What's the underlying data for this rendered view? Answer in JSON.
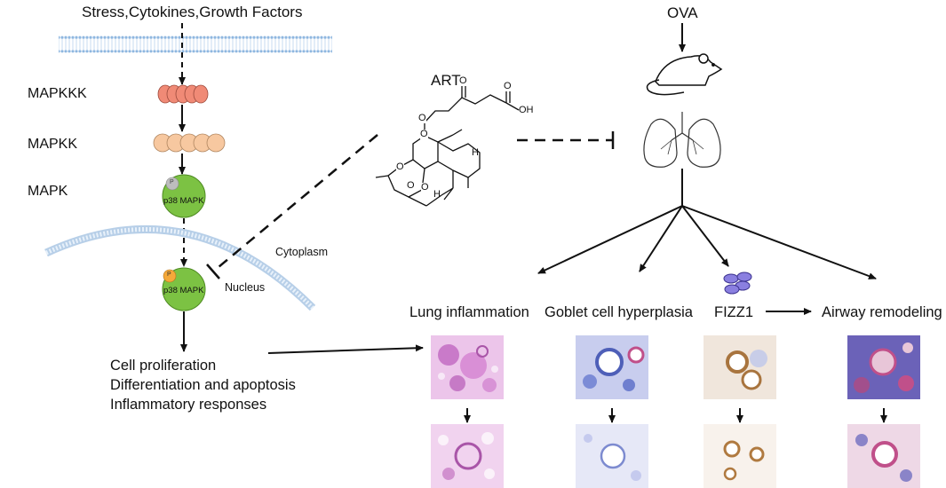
{
  "labels": {
    "stimuli": "Stress,Cytokines,Growth Factors",
    "mapkkk": "MAPKKK",
    "mapkk": "MAPKK",
    "mapk": "MAPK",
    "p38_upper": "p38 MAPK",
    "p38_lower": "p38 MAPK",
    "phospho_upper": "P",
    "phospho_lower": "P",
    "cytoplasm": "Cytoplasm",
    "nucleus": "Nucleus",
    "ova": "OVA",
    "art": "ART"
  },
  "effects": [
    "Cell proliferation",
    "Differentiation and apoptosis",
    "Inflammatory responses"
  ],
  "outcomes": {
    "lung_inflammation": "Lung inflammation",
    "goblet": "Goblet cell hyperplasia",
    "fizz1": "FIZZ1",
    "remodeling": "Airway remodeling"
  },
  "molecule": {
    "oh": "OH",
    "h_upper": "H",
    "h_lower": "H",
    "o_ring1": "O",
    "o_ring2": "O",
    "o_peroxide1": "O",
    "o_peroxide2": "O",
    "o_ester": "O",
    "o_carbonyl1": "O",
    "o_carbonyl2": "O"
  },
  "colors": {
    "membrane": "#8fb7e0",
    "mapkkk": "#f08a76",
    "mapkk": "#f7c8a0",
    "p38": "#7cc243",
    "phospho_grey": "#bdbdbd",
    "phospho_orange": "#f5a93a",
    "fizz1_cells": "#8a7fe0",
    "he_stain": "#d58ad8",
    "pas_stain": "#6f7fcf",
    "ihc_stain": "#c4955f",
    "masson_stain": "#c06a9a"
  },
  "icons": [
    "mouse-icon",
    "lungs-icon",
    "fizz1-cells-icon"
  ]
}
